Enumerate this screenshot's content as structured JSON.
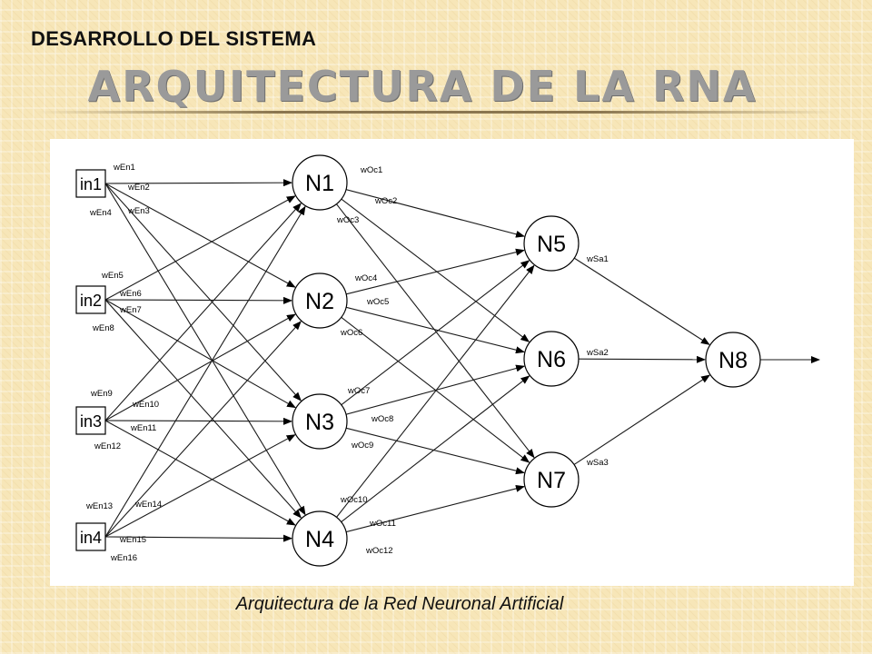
{
  "slide": {
    "section": "DESARROLLO DEL SISTEMA",
    "title": "ARQUITECTURA DE LA RNA",
    "caption": "Arquitectura de la Red Neuronal Artificial"
  },
  "network": {
    "inputs": [
      "in1",
      "in2",
      "in3",
      "in4"
    ],
    "hidden1": [
      "N1",
      "N2",
      "N3",
      "N4"
    ],
    "hidden2": [
      "N5",
      "N6",
      "N7"
    ],
    "output": "N8",
    "input_weights": [
      "wEn1",
      "wEn2",
      "wEn3",
      "wEn4",
      "wEn5",
      "wEn6",
      "wEn7",
      "wEn8",
      "wEn9",
      "wEn10",
      "wEn11",
      "wEn12",
      "wEn13",
      "wEn14",
      "wEn15",
      "wEn16"
    ],
    "hidden_weights": [
      "wOc1",
      "wOc2",
      "wOc3",
      "wOc4",
      "wOc5",
      "wOc6",
      "wOc7",
      "wOc8",
      "wOc9",
      "wOc10",
      "wOc11",
      "wOc12"
    ],
    "output_weights": [
      "wSa1",
      "wSa2",
      "wSa3"
    ]
  }
}
